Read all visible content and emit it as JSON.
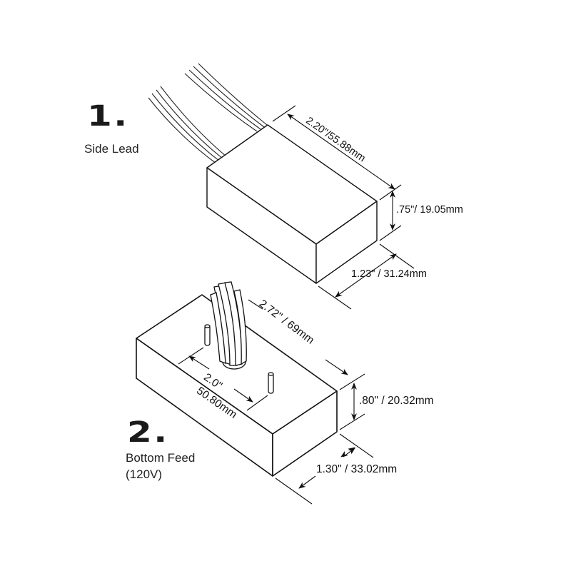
{
  "diagram": {
    "items": [
      {
        "number": "1.",
        "title": "Side Lead",
        "subtitle": "",
        "dimensions": {
          "length": "2.20\"/55.88mm",
          "height": ".75\"/ 19.05mm",
          "width": "1.23\" / 31.24mm"
        }
      },
      {
        "number": "2.",
        "title": "Bottom Feed",
        "subtitle": "(120V)",
        "dimensions": {
          "length": "2.72\" / 69mm",
          "height": ".80\" / 20.32mm",
          "width": "1.30\" / 33.02mm",
          "mount_spacing_in": "2.0\"",
          "mount_spacing_mm": "50.80mm"
        }
      }
    ],
    "colors": {
      "line": "#111111",
      "background": "#ffffff"
    }
  }
}
